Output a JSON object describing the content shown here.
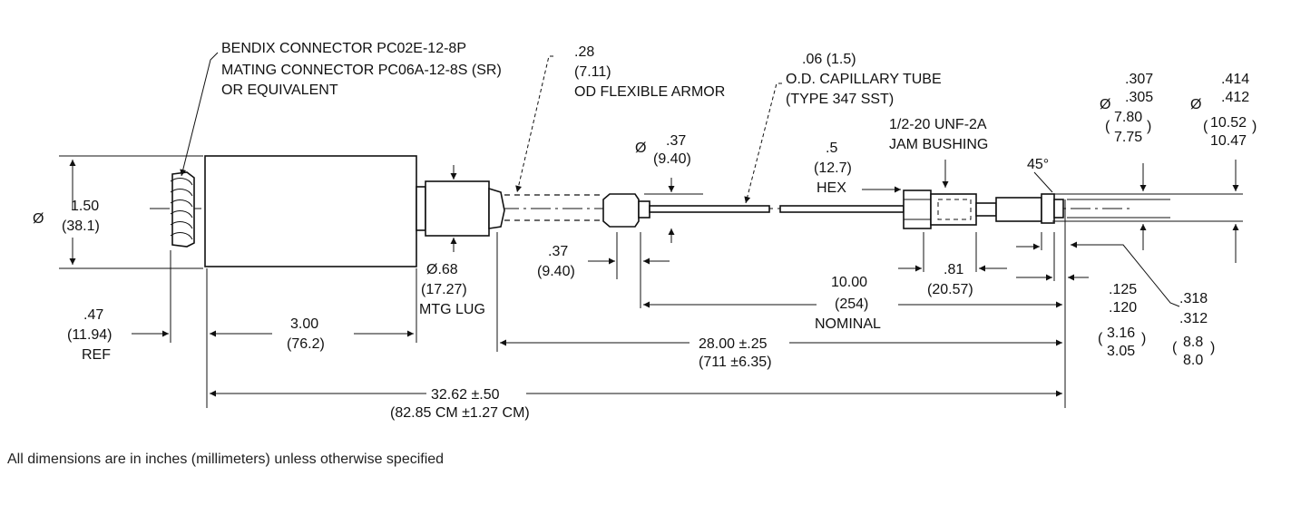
{
  "labels": {
    "connector1": "BENDIX CONNECTOR PC02E-12-8P",
    "connector2": "MATING CONNECTOR PC06A-12-8S (SR)",
    "connector3": "OR EQUIVALENT",
    "armor_in": ".28",
    "armor_mm": "(7.11)",
    "armor_desc": "OD FLEXIBLE ARMOR",
    "cap_in": ".06 (1.5)",
    "cap_desc1": "O.D. CAPILLARY TUBE",
    "cap_desc2": "(TYPE 347 SST)",
    "jam1": "1/2-20 UNF-2A",
    "jam2": "JAM BUSHING",
    "hex_in": ".5",
    "hex_mm": "(12.7)",
    "hex_desc": "HEX",
    "dia_sym": "Ø",
    "d37_in": ".37",
    "d37_mm": "(9.40)",
    "d150_in": "1.50",
    "d150_mm": "(38.1)",
    "d068": "Ø.68",
    "d068_mm": "(17.27)",
    "mtg": "MTG LUG",
    "l37_in": ".37",
    "l37_mm": "(9.40)",
    "d47_in": ".47",
    "d47_mm": "(11.94)",
    "ref": "REF",
    "d300_in": "3.00",
    "d300_mm": "(76.2)",
    "d10_in": "10.00",
    "d10_mm": "(254)",
    "nominal": "NOMINAL",
    "d81_in": ".81",
    "d81_mm": "(20.57)",
    "d28_in": "28.00 ±.25",
    "d28_mm": "(711 ±6.35)",
    "d3262_in": "32.62 ±.50",
    "d3262_mm": "(82.85 CM ±1.27 CM)",
    "d307": ".307",
    "d305": ".305",
    "d780": "7.80",
    "d775": "7.75",
    "d414": ".414",
    "d412": ".412",
    "d1052": "10.52",
    "d1047": "10.47",
    "angle": "45°",
    "d125": ".125",
    "d120": ".120",
    "d316": "3.16",
    "d305mm": "3.05",
    "d318": ".318",
    "d312": ".312",
    "d88": "8.8",
    "d80": "8.0",
    "open_paren": "(",
    "close_paren": ")"
  },
  "footer_note": "All dimensions are in inches (millimeters) unless otherwise specified"
}
